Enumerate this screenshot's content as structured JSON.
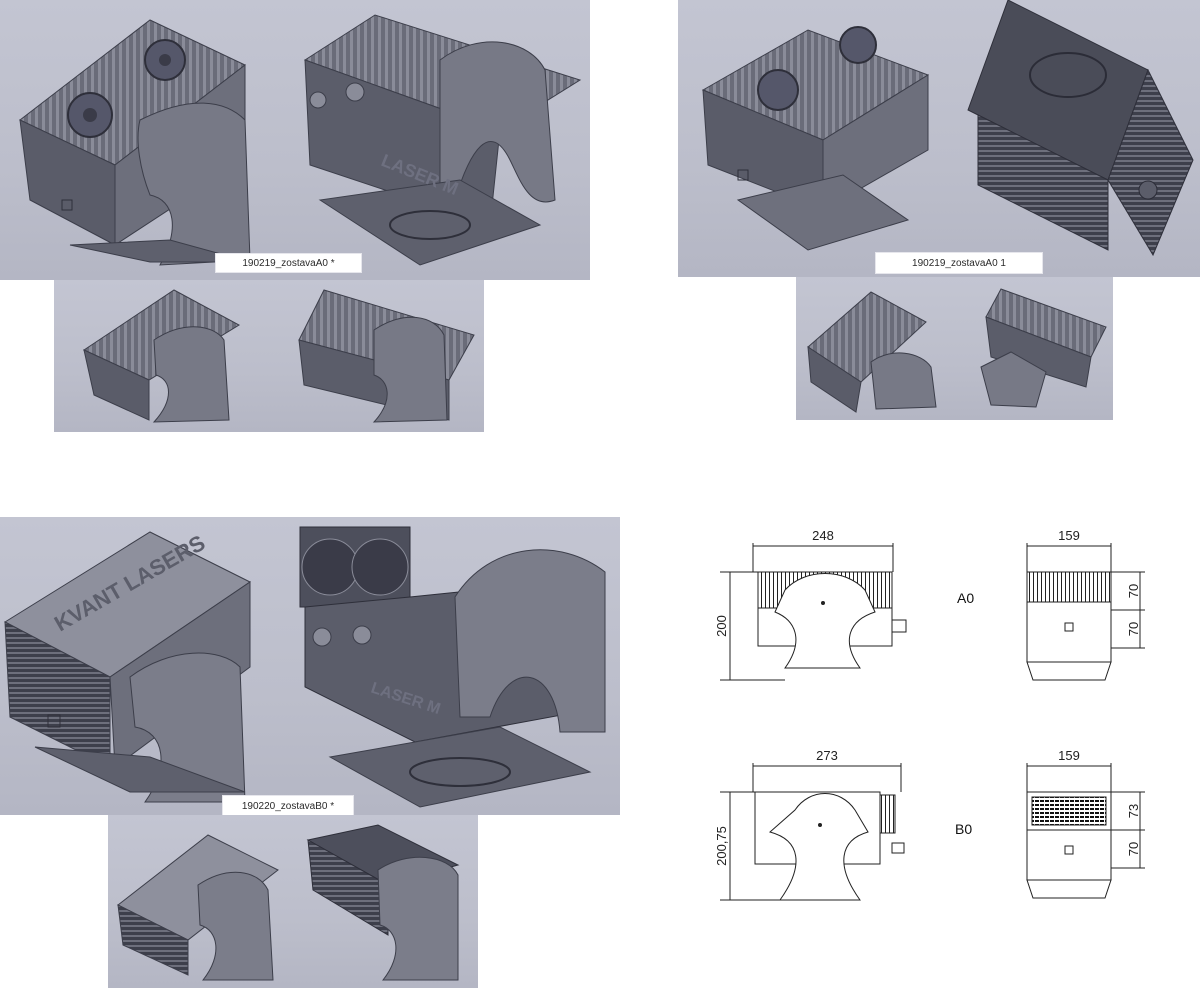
{
  "models": {
    "a0_star": {
      "label": "190219_zostavaA0 *"
    },
    "a0_one": {
      "label": "190219_zostavaA0 1"
    },
    "b0_star": {
      "label": "190220_zostavaB0 *"
    }
  },
  "embossed": {
    "kvant": "KVANT LASERS",
    "laser": "LASER M"
  },
  "drawings": {
    "a0": {
      "code": "A0",
      "front_width": "248",
      "side_width": "159",
      "height": "200",
      "upper_section": "70",
      "lower_section": "70"
    },
    "b0": {
      "code": "B0",
      "front_width": "273",
      "side_width": "159",
      "height": "200,75",
      "upper_section": "73",
      "lower_section": "70"
    }
  },
  "colors": {
    "viewport_bg": "#c0c2cf",
    "metal_dark": "#4d4f5c",
    "metal_mid": "#6a6c79",
    "metal_light": "#8c8e9b"
  }
}
